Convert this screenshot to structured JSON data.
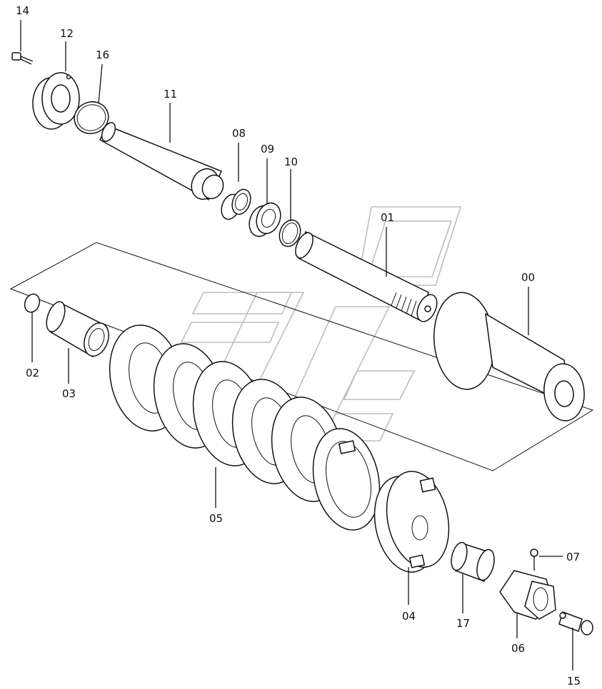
{
  "diagram": {
    "labels": [
      "14",
      "12",
      "16",
      "11",
      "08",
      "09",
      "10",
      "01",
      "00",
      "02",
      "03",
      "05",
      "04",
      "17",
      "07",
      "06",
      "15"
    ]
  }
}
